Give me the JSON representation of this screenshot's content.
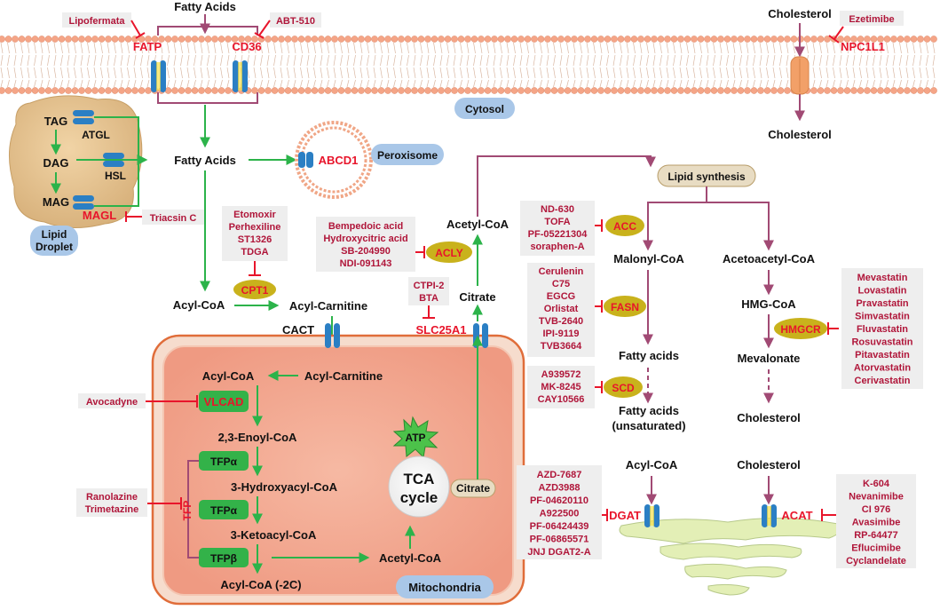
{
  "colors": {
    "green": "#2cb34a",
    "purple": "#a14a74",
    "inhibit": "#e8152b",
    "drug_text": "#b0163a",
    "drug_box": "#eeeeee",
    "enzyme_ellipse": "#c9b21c",
    "mito_outer": "#f5d7c6",
    "mito_inner": "#ef9f88",
    "membrane_head": "#f5a587",
    "channel": "#2b7fc4",
    "label_box": "#a9c7e8",
    "lipid_synthesis_box": "#e8dcc3"
  },
  "membrane": {
    "fatty_acids_top": "Fatty Acids",
    "cholesterol_top": "Cholesterol",
    "fatp": "FATP",
    "cd36": "CD36",
    "npc1l1": "NPC1L1",
    "lipofermata": "Lipofermata",
    "abt510": "ABT-510",
    "ezetimibe": "Ezetimibe",
    "cytosol": "Cytosol",
    "cholesterol_below": "Cholesterol"
  },
  "lipid_droplet": {
    "tag": "TAG",
    "dag": "DAG",
    "mag": "MAG",
    "atgl": "ATGL",
    "hsl": "HSL",
    "magl": "MAGL",
    "triacsin": "Triacsin C",
    "label_line1": "Lipid",
    "label_line2": "Droplet"
  },
  "cytoplasm": {
    "fatty_acids": "Fatty Acids",
    "abcd1": "ABCD1",
    "peroxisome": "Peroxisome",
    "cpt1_drugs": [
      "Etomoxir",
      "Perhexiline",
      "ST1326",
      "TDGA"
    ],
    "cpt1": "CPT1",
    "acyl_coa": "Acyl-CoA",
    "acyl_carnitine": "Acyl-Carnitine",
    "cact": "CACT"
  },
  "citrate_path": {
    "acly_drugs": [
      "Bempedoic acid",
      "Hydroxycitric acid",
      "SB-204990",
      "NDI-091143"
    ],
    "acly": "ACLY",
    "acetyl_coa": "Acetyl-CoA",
    "slc_drugs": [
      "CTPI-2",
      "BTA"
    ],
    "slc25a1": "SLC25A1",
    "citrate": "Citrate",
    "lipid_synthesis": "Lipid synthesis"
  },
  "mitochondria": {
    "acyl_coa": "Acyl-CoA",
    "acyl_carnitine": "Acyl-Carnitine",
    "vlcad": "VLCAD",
    "avocadyne": "Avocadyne",
    "enoyl": "2,3-Enoyl-CoA",
    "tfp_a1": "TFPα",
    "hydroxy": "3-Hydroxyacyl-CoA",
    "tfp_a2": "TFPα",
    "keto": "3-Ketoacyl-CoA",
    "tfp_b": "TFPβ",
    "acyl_coa_2c": "Acyl-CoA (-2C)",
    "tfp": "TFP",
    "tfp_drugs": [
      "Ranolazine",
      "Trimetazine"
    ],
    "atp": "ATP",
    "tca_line1": "TCA",
    "tca_line2": "cycle",
    "citrate": "Citrate",
    "acetyl_coa": "Acetyl-CoA",
    "label": "Mitochondria"
  },
  "fa_synthesis": {
    "acc_drugs": [
      "ND-630",
      "TOFA",
      "PF-05221304",
      "soraphen-A"
    ],
    "acc": "ACC",
    "malonyl": "Malonyl-CoA",
    "fasn_drugs": [
      "Cerulenin",
      "C75",
      "EGCG",
      "Orlistat",
      "TVB-2640",
      "IPI-9119",
      "TVB3664"
    ],
    "fasn": "FASN",
    "fatty_acids": "Fatty acids",
    "scd_drugs": [
      "A939572",
      "MK-8245",
      "CAY10566"
    ],
    "scd": "SCD",
    "fatty_unsat1": "Fatty acids",
    "fatty_unsat2": "(unsaturated)"
  },
  "cholesterol_synthesis": {
    "acetoacetyl": "Acetoacetyl-CoA",
    "hmg_coa": "HMG-CoA",
    "hmgcr": "HMGCR",
    "statins": [
      "Mevastatin",
      "Lovastatin",
      "Pravastatin",
      "Simvastatin",
      "Fluvastatin",
      "Rosuvastatin",
      "Pitavastatin",
      "Atorvastatin",
      "Cerivastatin"
    ],
    "mevalonate": "Mevalonate",
    "cholesterol": "Cholesterol"
  },
  "er": {
    "acyl_coa": "Acyl-CoA",
    "cholesterol": "Cholesterol",
    "dgat": "DGAT",
    "dgat_drugs": [
      "AZD-7687",
      "AZD3988",
      "PF-04620110",
      "A922500",
      "PF-06424439",
      "PF-06865571",
      "JNJ DGAT2-A"
    ],
    "acat": "ACAT",
    "acat_drugs": [
      "K-604",
      "Nevanimibe",
      "CI 976",
      "Avasimibe",
      "RP-64477",
      "Eflucimibe",
      "Cyclandelate"
    ]
  }
}
